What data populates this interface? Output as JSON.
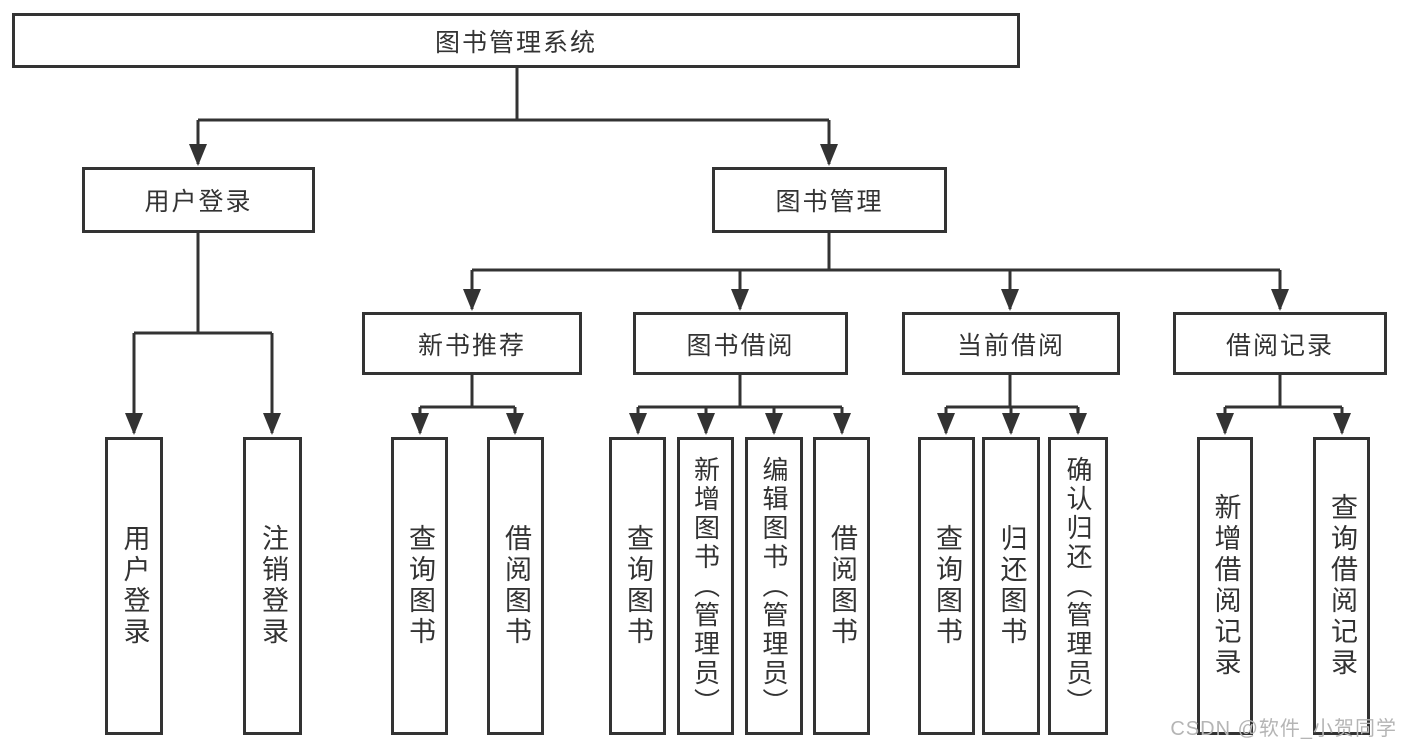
{
  "diagram": {
    "type": "hierarchy-tree",
    "root": "图书管理系统",
    "nodes": {
      "user_login": {
        "label": "用户登录",
        "children": [
          "用户登录",
          "注销登录"
        ]
      },
      "book_mgmt": {
        "label": "图书管理"
      },
      "new_books": {
        "label": "新书推荐",
        "children": [
          "查询图书",
          "借阅图书"
        ]
      },
      "borrowing": {
        "label": "图书借阅",
        "children": [
          "查询图书",
          "新增图书（管理员）",
          "编辑图书（管理员）",
          "借阅图书"
        ]
      },
      "current_borrow": {
        "label": "当前借阅",
        "children": [
          "查询图书",
          "归还图书",
          "确认归还（管理员）"
        ]
      },
      "borrow_records": {
        "label": "借阅记录",
        "children": [
          "新增借阅记录",
          "查询借阅记录"
        ]
      }
    }
  },
  "watermark": "CSDN @软件_小贺同学",
  "colors": {
    "line": "#333333",
    "text": "#333333",
    "box_background": "#ffffff",
    "page_background": "#ffffff",
    "watermark": "#b5b5b5"
  }
}
